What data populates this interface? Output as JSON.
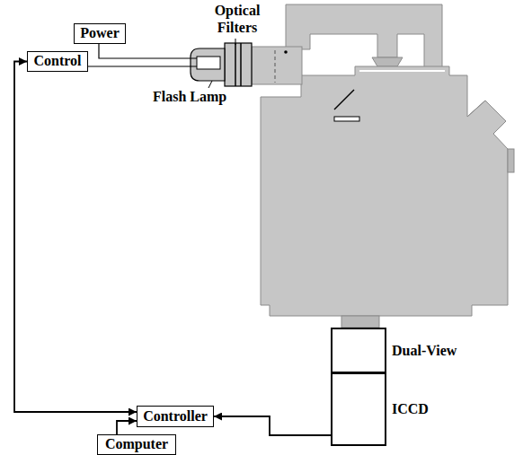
{
  "diagram": {
    "nodes": [
      {
        "text": [
          "Power"
        ]
      },
      {
        "text": [
          "Control"
        ]
      },
      {
        "text": [
          "Dual-View"
        ]
      },
      {
        "text": [
          "Controller"
        ]
      },
      {
        "text": [
          "ICCD"
        ]
      },
      {
        "text": [
          "Computer"
        ]
      }
    ],
    "edges": [
      {
        "from": 1,
        "to": 3,
        "arrow": "both"
      },
      {
        "from": 5,
        "to": 3,
        "arrow": "to"
      },
      {
        "from": 4,
        "to": 3,
        "arrow": "to"
      }
    ],
    "labels": [
      "Optical Filters",
      "Flash Lamp"
    ]
  }
}
